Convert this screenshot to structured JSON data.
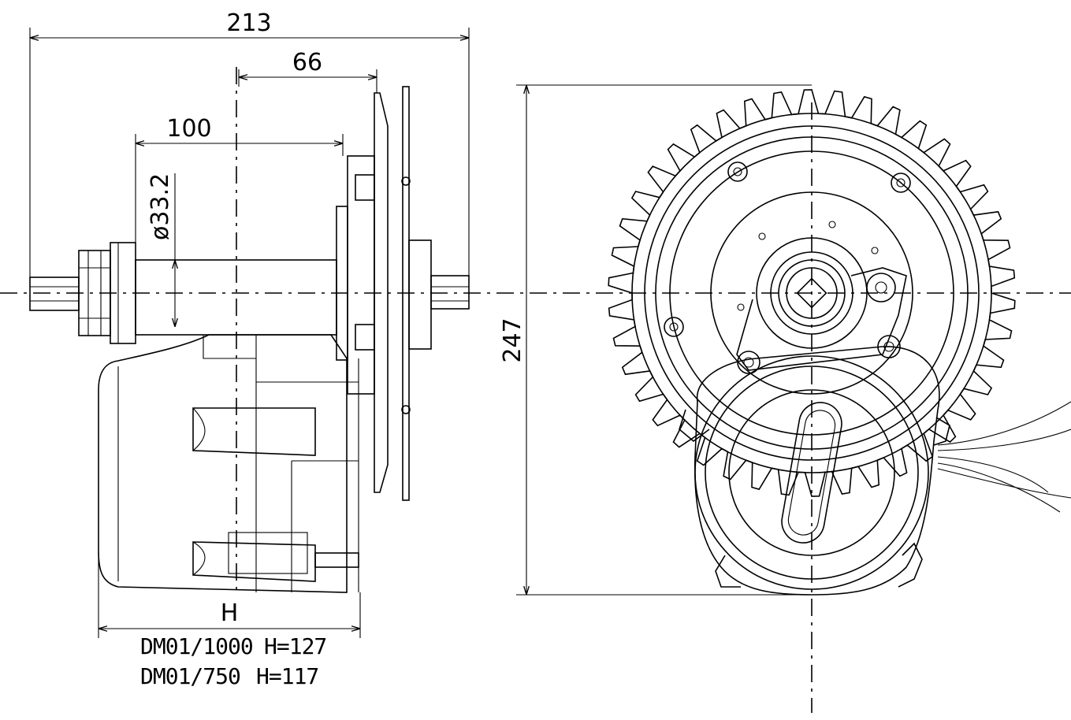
{
  "dimensions": {
    "overall_width": "213",
    "sprocket_offset": "66",
    "shell_width": "100",
    "tube_diameter": "ø33.2",
    "height": "247",
    "housing_label": "H"
  },
  "notes": [
    {
      "model": "DM01/1000",
      "h": "H=127"
    },
    {
      "model": "DM01/750",
      "h": "H=117"
    }
  ],
  "colors": {
    "line": "#000000",
    "background": "#ffffff"
  }
}
